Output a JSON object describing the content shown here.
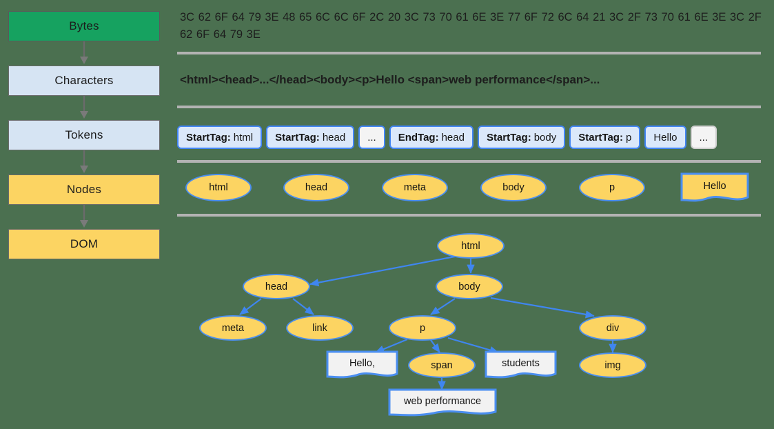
{
  "background_color": "#4b7050",
  "palette": {
    "green": "#16a260",
    "light_blue": "#d6e4f3",
    "yellow": "#fcd462",
    "node_border_blue": "#4a8ef0",
    "token_border_blue": "#4285f4",
    "token_fill": "#dbe8fa",
    "leaf_fill": "#f2f2f2",
    "separator_gray": "#b3b3b3",
    "arrow_gray": "#6b6b6b"
  },
  "pipeline": {
    "steps": [
      {
        "label": "Bytes",
        "style": "green"
      },
      {
        "label": "Characters",
        "style": "blue"
      },
      {
        "label": "Tokens",
        "style": "blue"
      },
      {
        "label": "Nodes",
        "style": "yellow"
      },
      {
        "label": "DOM",
        "style": "yellow"
      }
    ]
  },
  "bytes_row": {
    "text": "3C 62 6F 64 79 3E 48 65 6C 6C 6F 2C 20 3C 73 70 61 6E 3E 77 6F 72 6C 64 21 3C 2F 73 70 61 6E 3E 3C 2F 62 6F 64 79 3E"
  },
  "characters_row": {
    "text": "<html><head>...</head><body><p>Hello <span>web performance</span>..."
  },
  "tokens_row": {
    "tokens": [
      {
        "kind": "StartTag",
        "value": "html",
        "style": "tag"
      },
      {
        "kind": "StartTag",
        "value": "head",
        "style": "tag"
      },
      {
        "kind": "",
        "value": "...",
        "style": "plain"
      },
      {
        "kind": "EndTag",
        "value": "head",
        "style": "tag"
      },
      {
        "kind": "StartTag",
        "value": "body",
        "style": "tag"
      },
      {
        "kind": "StartTag",
        "value": "p",
        "style": "tag"
      },
      {
        "kind": "",
        "value": "Hello",
        "style": "text"
      },
      {
        "kind": "",
        "value": "...",
        "style": "ghost"
      }
    ]
  },
  "nodes_row": {
    "nodes": [
      {
        "label": "html",
        "shape": "ellipse"
      },
      {
        "label": "head",
        "shape": "ellipse"
      },
      {
        "label": "meta",
        "shape": "ellipse"
      },
      {
        "label": "body",
        "shape": "ellipse"
      },
      {
        "label": "p",
        "shape": "ellipse"
      },
      {
        "label": "Hello",
        "shape": "document"
      }
    ]
  },
  "dom_tree": {
    "nodes": [
      {
        "id": "html",
        "label": "html",
        "shape": "ellipse"
      },
      {
        "id": "head",
        "label": "head",
        "shape": "ellipse"
      },
      {
        "id": "body",
        "label": "body",
        "shape": "ellipse"
      },
      {
        "id": "meta",
        "label": "meta",
        "shape": "ellipse"
      },
      {
        "id": "link",
        "label": "link",
        "shape": "ellipse"
      },
      {
        "id": "p",
        "label": "p",
        "shape": "ellipse"
      },
      {
        "id": "div",
        "label": "div",
        "shape": "ellipse"
      },
      {
        "id": "hello",
        "label": "Hello,",
        "shape": "document"
      },
      {
        "id": "span",
        "label": "span",
        "shape": "ellipse"
      },
      {
        "id": "stud",
        "label": "students",
        "shape": "document"
      },
      {
        "id": "img",
        "label": "img",
        "shape": "ellipse"
      },
      {
        "id": "perf",
        "label": "web performance",
        "shape": "document"
      }
    ],
    "edges": [
      {
        "from": "html",
        "to": "head"
      },
      {
        "from": "html",
        "to": "body"
      },
      {
        "from": "head",
        "to": "meta"
      },
      {
        "from": "head",
        "to": "link"
      },
      {
        "from": "body",
        "to": "p"
      },
      {
        "from": "body",
        "to": "div"
      },
      {
        "from": "p",
        "to": "hello"
      },
      {
        "from": "p",
        "to": "span"
      },
      {
        "from": "p",
        "to": "stud"
      },
      {
        "from": "div",
        "to": "img"
      },
      {
        "from": "span",
        "to": "perf"
      }
    ]
  }
}
